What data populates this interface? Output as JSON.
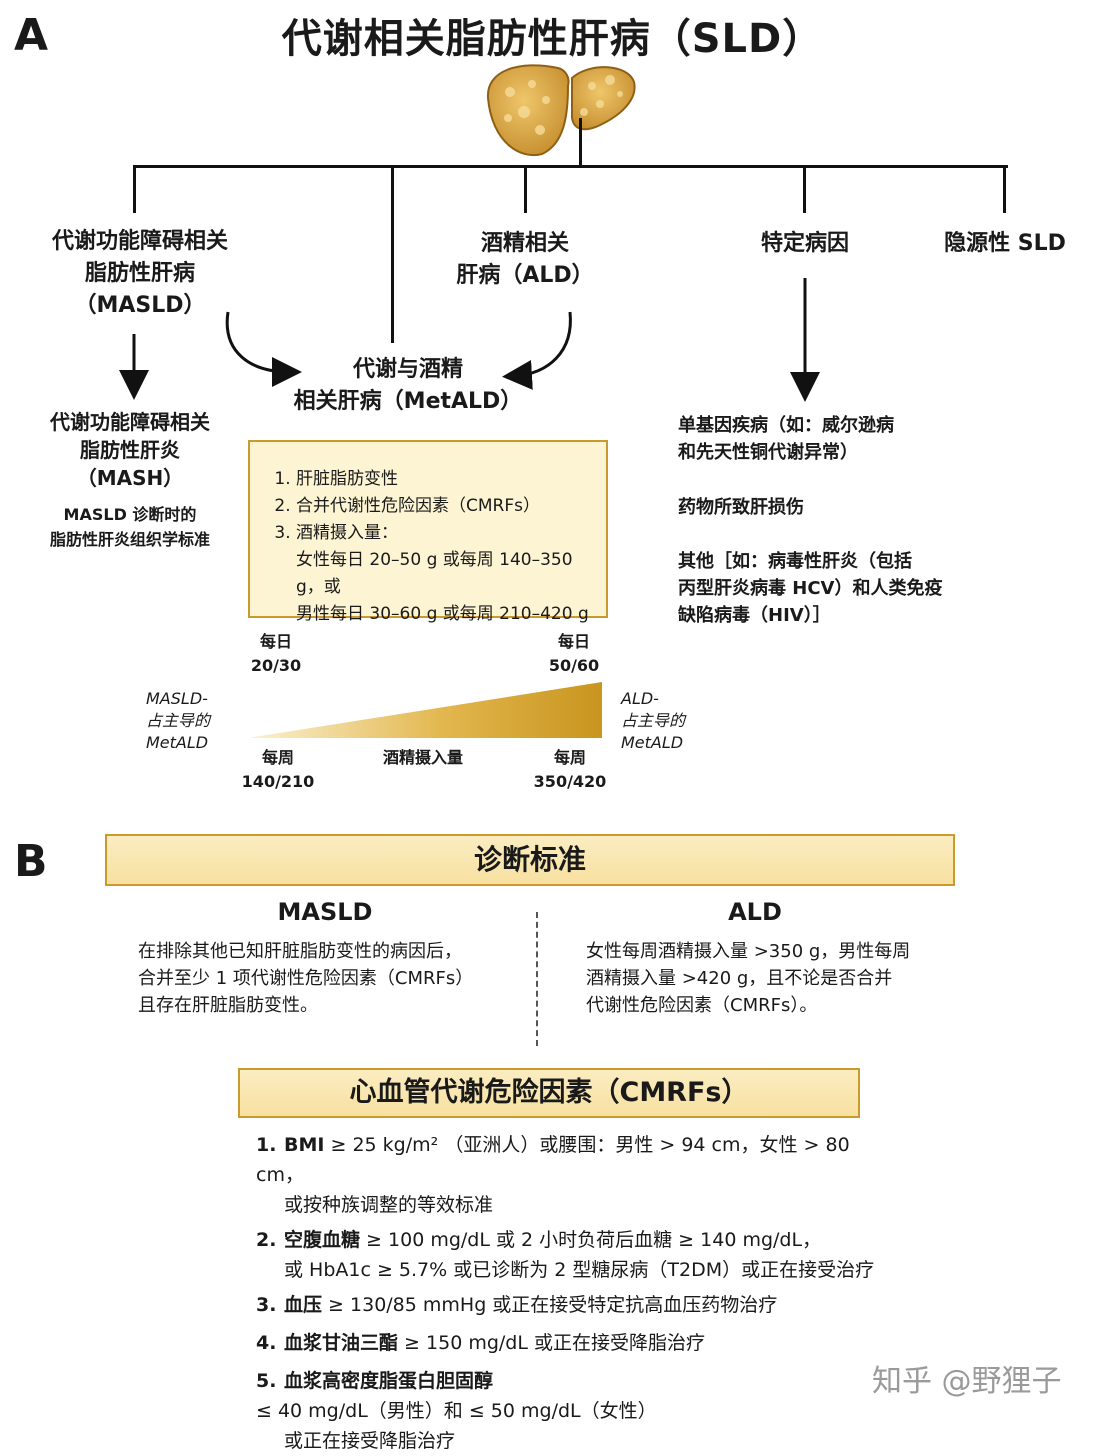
{
  "panel_a": {
    "letter": "A",
    "title": "代谢相关脂肪性肝病（SLD）",
    "branches": {
      "masld": [
        "代谢功能障碍相关",
        "脂肪性肝病",
        "（MASLD）"
      ],
      "ald": [
        "酒精相关",
        "肝病（ALD）"
      ],
      "specific": "特定病因",
      "cryptogenic": "隐源性 SLD"
    },
    "metald": [
      "代谢与酒精",
      "相关肝病（MetALD）"
    ],
    "mash": [
      "代谢功能障碍相关",
      "脂肪性肝炎",
      "（MASH）"
    ],
    "mash_note": [
      "MASLD 诊断时的",
      "脂肪性肝炎组织学标准"
    ],
    "metald_criteria": {
      "items": [
        "肝脏脂肪变性",
        "合并代谢性危险因素（CMRFs）",
        "酒精摄入量："
      ],
      "intake_lines": [
        "女性每日 20–50 g 或每周 140–350 g，或",
        "男性每日 30–60 g 或每周 210–420 g"
      ]
    },
    "scale": {
      "left_daily": [
        "每日",
        "20/30"
      ],
      "right_daily": [
        "每日",
        "50/60"
      ],
      "left_weekly": [
        "每周",
        "140/210"
      ],
      "right_weekly": [
        "每周",
        "350/420"
      ],
      "center": "酒精摄入量",
      "left_label": [
        "MASLD-",
        "占主导的",
        "MetALD"
      ],
      "right_label": [
        "ALD-",
        "占主导的",
        "MetALD"
      ]
    },
    "specific_causes": {
      "item1": [
        "单基因疾病（如：威尔逊病",
        "和先天性铜代谢异常）"
      ],
      "item2": "药物所致肝损伤",
      "item3": [
        "其他［如：病毒性肝炎（包括",
        "丙型肝炎病毒 HCV）和人类免疫",
        "缺陷病毒（HIV）］"
      ]
    }
  },
  "panel_b": {
    "letter": "B",
    "banner": "诊断标准",
    "masld": {
      "heading": "MASLD",
      "lines": [
        "在排除其他已知肝脏脂肪变性的病因后，",
        "合并至少 1 项代谢性危险因素（CMRFs）",
        "且存在肝脏脂肪变性。"
      ]
    },
    "ald": {
      "heading": "ALD",
      "lines": [
        "女性每周酒精摄入量 >350 g，男性每周",
        "酒精摄入量 >420 g，且不论是否合并",
        "代谢性危险因素（CMRFs）。"
      ]
    },
    "cmrf_banner": "心血管代谢危险因素（CMRFs）",
    "cmrfs": [
      {
        "num": "1.",
        "head": "BMI",
        "line1": " ≥ 25 kg/m² （亚洲人）或腰围：男性 > 94 cm，女性 > 80 cm，",
        "line2": "或按种族调整的等效标准"
      },
      {
        "num": "2.",
        "head": "空腹血糖",
        "line1": " ≥ 100 mg/dL 或 2 小时负荷后血糖 ≥ 140 mg/dL，",
        "line2": "或 HbA1c ≥ 5.7% 或已诊断为 2 型糖尿病（T2DM）或正在接受治疗"
      },
      {
        "num": "3.",
        "head": "血压",
        "line1": " ≥ 130/85 mmHg 或正在接受特定抗高血压药物治疗",
        "line2": ""
      },
      {
        "num": "4.",
        "head": "血浆甘油三酯",
        "line1": " ≥ 150 mg/dL 或正在接受降脂治疗",
        "line2": ""
      },
      {
        "num": "5.",
        "head": "血浆高密度脂蛋白胆固醇",
        "line1": " ≤ 40 mg/dL（男性）和 ≤ 50 mg/dL（女性）",
        "line2": "或正在接受降脂治疗"
      }
    ]
  },
  "watermark": "知乎 @野狸子",
  "colors": {
    "box_border": "#c89b2c",
    "box_fill": "#fdf4d3",
    "liver": "#d9a441",
    "gradient_end": "#c8951f"
  }
}
